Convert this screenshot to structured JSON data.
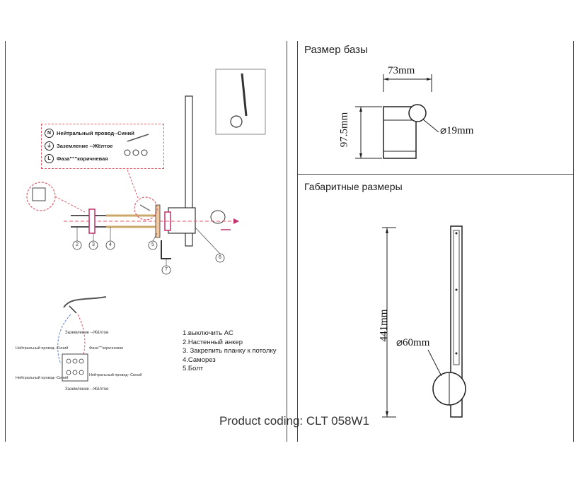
{
  "base_section": {
    "title": "Размер базы",
    "width_label": "73mm",
    "height_label": "97.5mm",
    "diameter_label": "⌀19mm"
  },
  "overall_section": {
    "title": "Габаритные размеры",
    "height_label": "441mm",
    "diameter_label": "⌀60mm"
  },
  "wiring_legend": {
    "neutral": "Нейтральный провод--Синий",
    "ground": "Заземление --Жёлтое",
    "phase": "Фаза\"\"\"коричневая"
  },
  "install_steps": [
    "1.выключить AC",
    "2.Настенный   анкер",
    "3. Закрепить планку к потолку",
    "4.Саморез",
    "5.Болт"
  ],
  "part_numbers": [
    "2",
    "3",
    "4",
    "5",
    "6",
    "7"
  ],
  "terminal_diagram": {
    "ground_top": "Заземление --Жёлтое",
    "neutral_left": "Нейтральный провод--Синий",
    "phase_right": "Фаза\"\"\"коричневая",
    "neutral_left2": "Нейтральный провод--Синий",
    "neutral_right2": "Нейтральный провод--Синий",
    "ground_bottom": "Заземление --Жёлтое"
  },
  "product_coding": "Product coding: CLT 058W1",
  "colors": {
    "accent_pink": "#e05a6a",
    "line": "#444444"
  }
}
